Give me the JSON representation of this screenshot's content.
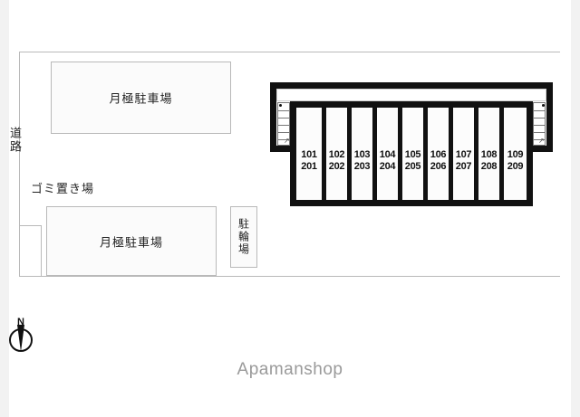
{
  "image": {
    "kind": "property-site-plan",
    "watermark": "Apamanshop",
    "background_color": "#ffffff",
    "line_color": "#b9b9b9",
    "wall_color": "#111111"
  },
  "compass": {
    "label": "N",
    "icon": "north-arrow-icon"
  },
  "road": {
    "label": "道路"
  },
  "lots": [
    {
      "id": "parking-upper",
      "label": "月極駐車場",
      "orientation": "horizontal"
    },
    {
      "id": "parking-lower",
      "label": "月極駐車場",
      "orientation": "horizontal"
    },
    {
      "id": "bicycle-parking",
      "label": "駐輪場",
      "orientation": "vertical"
    }
  ],
  "annotations": [
    {
      "id": "garbage-area",
      "label": "ゴミ置き場"
    }
  ],
  "building": {
    "name": "apartment-building",
    "floors": 2,
    "units": [
      {
        "floor1": "101",
        "floor2": "201"
      },
      {
        "floor1": "102",
        "floor2": "202"
      },
      {
        "floor1": "103",
        "floor2": "203"
      },
      {
        "floor1": "104",
        "floor2": "204"
      },
      {
        "floor1": "105",
        "floor2": "205"
      },
      {
        "floor1": "106",
        "floor2": "206"
      },
      {
        "floor1": "107",
        "floor2": "207"
      },
      {
        "floor1": "108",
        "floor2": "208"
      },
      {
        "floor1": "109",
        "floor2": "209"
      }
    ],
    "stairs": [
      {
        "id": "stairs-left",
        "arrow": "↗"
      },
      {
        "id": "stairs-right",
        "arrow": "↗"
      }
    ]
  }
}
